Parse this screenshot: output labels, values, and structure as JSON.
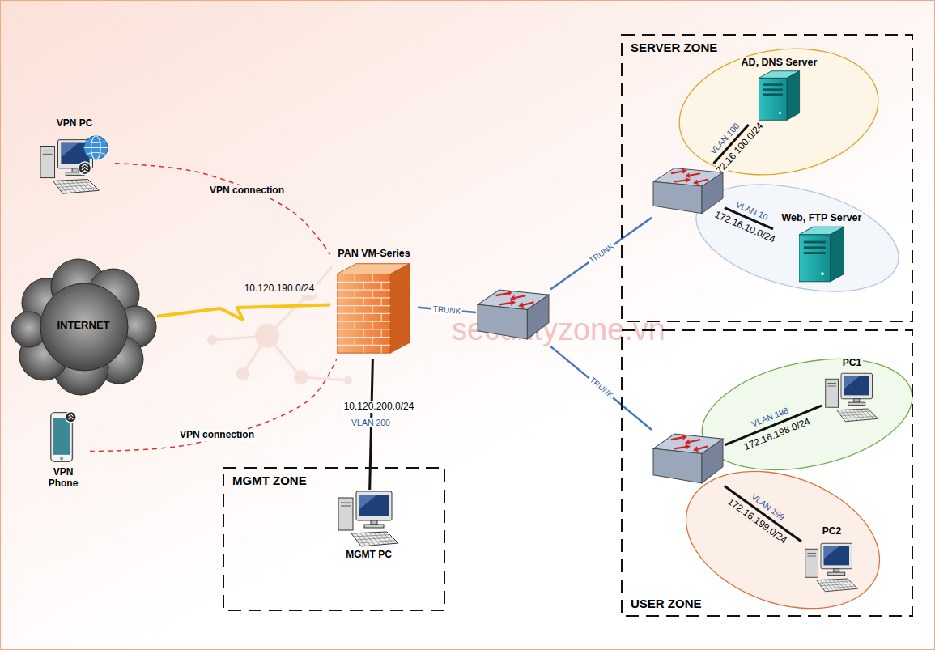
{
  "diagram": {
    "nodes": [
      {
        "text": [
          "SERVER ZONE"
        ]
      },
      {
        "text": [
          "AD, DNS Server"
        ],
        "in": 0
      },
      {
        "text": [],
        "in": 0
      },
      {
        "text": [
          "Web, FTP Server"
        ],
        "in": 0
      },
      {
        "text": [
          "VPN PC"
        ]
      },
      {
        "text": [
          "INTERNET"
        ]
      },
      {
        "text": [
          "PAN VM-Series"
        ]
      },
      {
        "text": []
      },
      {
        "text": [
          "USER ZONE"
        ]
      },
      {
        "text": [
          "PC1"
        ],
        "in": 8
      },
      {
        "text": [],
        "in": 8
      },
      {
        "text": [
          "PC2"
        ],
        "in": 8
      },
      {
        "text": [
          "VPN Phone"
        ]
      },
      {
        "text": [
          "MGMT ZONE"
        ]
      },
      {
        "text": [
          "MGMT PC"
        ],
        "in": 13
      }
    ],
    "edges": [
      {
        "from": 4,
        "to": 6,
        "arrow": "none",
        "label": "VPN connection"
      },
      {
        "from": 5,
        "to": 6,
        "arrow": "none",
        "label": "10.120.190.0/24"
      },
      {
        "from": 12,
        "to": 6,
        "arrow": "none",
        "label": "VPN connection"
      },
      {
        "from": 6,
        "to": 14,
        "arrow": "none",
        "label": "10.120.200.0/24"
      },
      {
        "from": 6,
        "to": 7,
        "arrow": "none",
        "label": "TRUNK"
      },
      {
        "from": 7,
        "to": 2,
        "arrow": "none",
        "label": "TRUNK"
      },
      {
        "from": 7,
        "to": 10,
        "arrow": "none",
        "label": "TRUNK"
      },
      {
        "from": 2,
        "to": 1,
        "arrow": "none",
        "label": "172.16.100.0/24"
      },
      {
        "from": 2,
        "to": 3,
        "arrow": "none",
        "label": "172.16.10.0/24"
      },
      {
        "from": 10,
        "to": 9,
        "arrow": "none",
        "label": "172.16.198.0/24"
      },
      {
        "from": 10,
        "to": 11,
        "arrow": "none",
        "label": "172.16.199.0/24"
      }
    ],
    "labels": [
      "VLAN 100",
      "VLAN 10",
      "VLAN 198",
      "VLAN 199",
      "VLAN 200",
      "securityzone.vn"
    ]
  }
}
